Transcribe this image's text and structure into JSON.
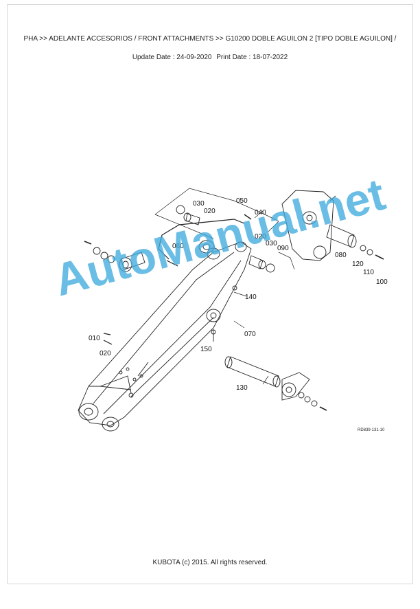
{
  "header": {
    "breadcrumb": "PHA >> ADELANTE ACCESORIOS / FRONT ATTACHMENTS >> G10200   DOBLE AGUILON 2 [TIPO DOBLE AGUILON] /",
    "update_date": "Update Date : 24-09-2020",
    "print_date": "Print Date : 18-07-2022"
  },
  "diagram": {
    "part_numbers": [
      "030",
      "020",
      "050",
      "040",
      "060",
      "020",
      "030",
      "090",
      "080",
      "120",
      "110",
      "100",
      "140",
      "070",
      "010",
      "020",
      "150",
      "130"
    ],
    "reference_code": "RD839-131-10"
  },
  "watermark": "AutoManual.net",
  "footer": {
    "copyright": "KUBOTA (c) 2015. All rights reserved."
  }
}
